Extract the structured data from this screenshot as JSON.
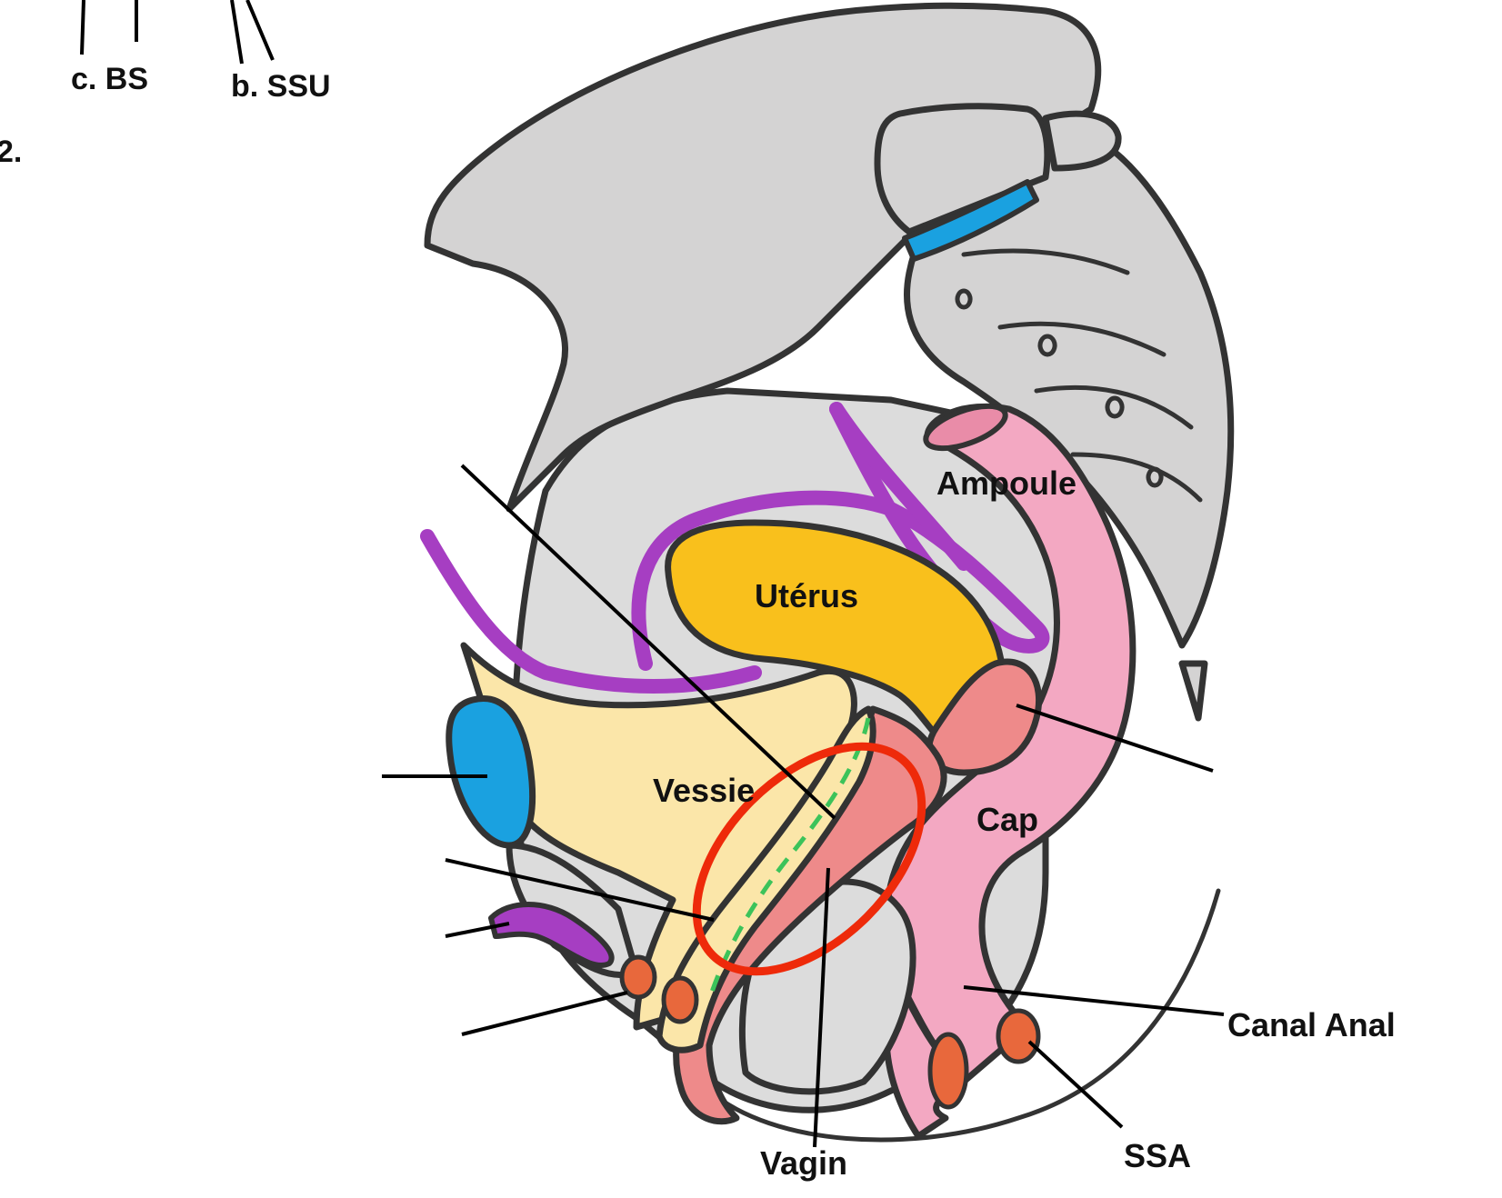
{
  "colors": {
    "bone": "#d4d3d3",
    "soft_tissue": "#dcdcdc",
    "uterus": "#f9c01c",
    "bladder": "#fbe6a9",
    "vagina": "#ee8a8a",
    "rectum": "#f3a8c2",
    "peritoneum": "#a63ec2",
    "disc": "#1aa1e0",
    "sphincter": "#e8683c",
    "highlight": "#ee2a0a",
    "dashed_line": "#3cc35a"
  },
  "top_legend": {
    "label_c": "c.  BS",
    "label_b": "b. SSU",
    "question_number": "2."
  },
  "organs": {
    "ampoule": "Ampoule",
    "uterus": "Utérus",
    "bladder": "Vessie",
    "cap": "Cap",
    "canal_anal": "Canal Anal",
    "vagin": "Vagin",
    "ssa": "SSA"
  }
}
